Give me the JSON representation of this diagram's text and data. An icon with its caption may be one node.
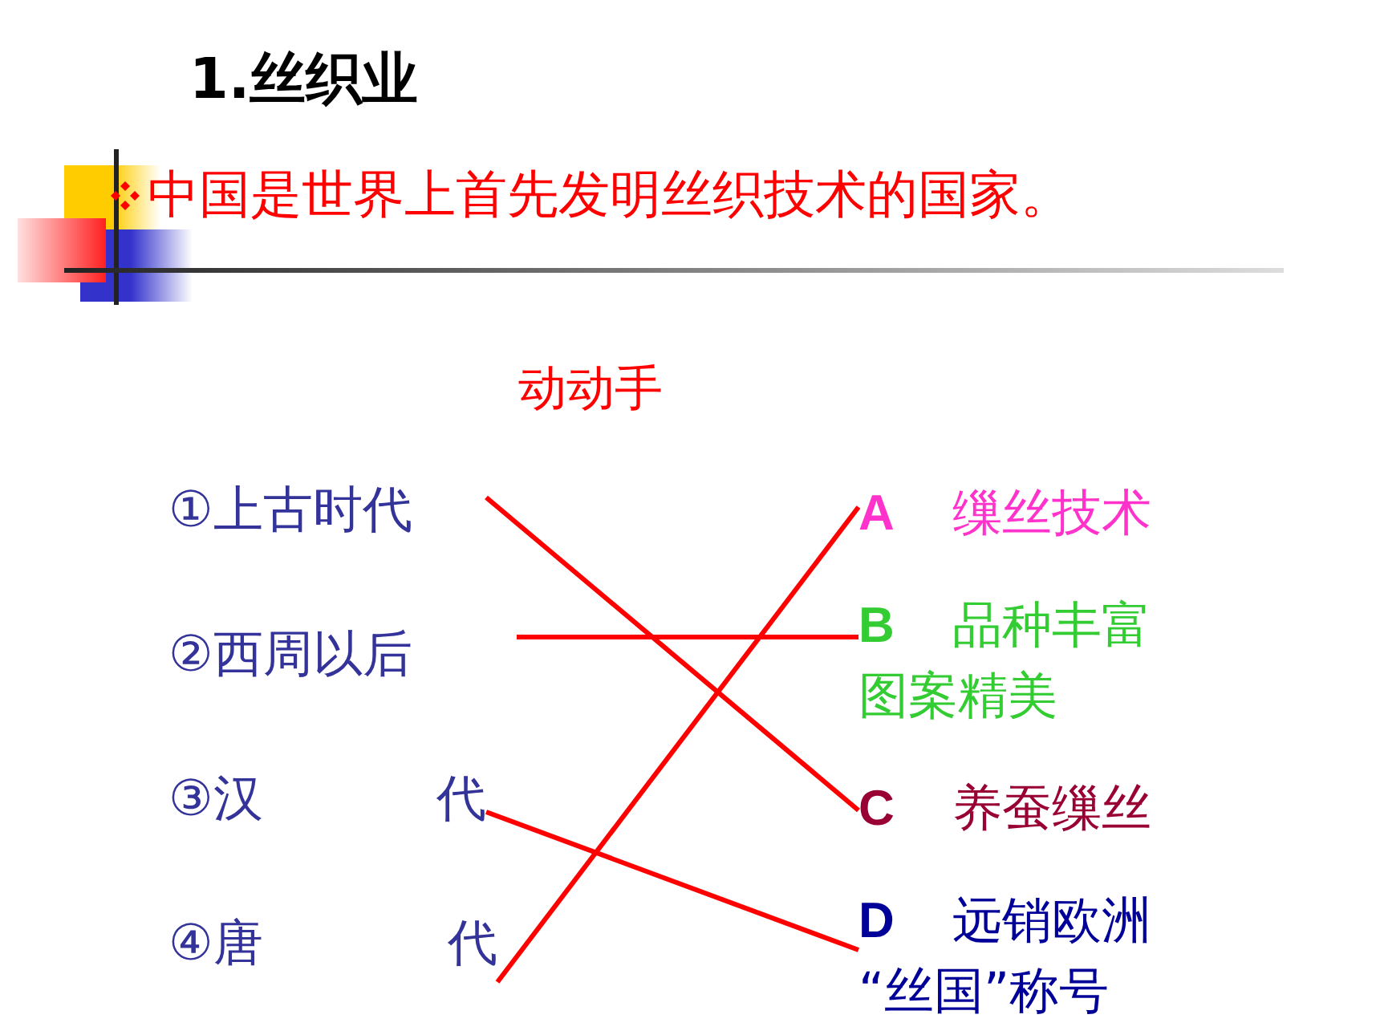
{
  "diagram": {
    "title": "1.丝织业",
    "nodes": [
      {
        "text": [
          "①上古时代"
        ]
      },
      {
        "text": [
          "②西周以后"
        ]
      },
      {
        "text": [
          "③汉",
          "代"
        ]
      },
      {
        "text": [
          "④唐",
          "代"
        ]
      },
      {
        "text": [
          "A",
          "缫丝技术"
        ]
      },
      {
        "text": [
          "B",
          "品种丰富图案精美"
        ]
      },
      {
        "text": [
          "C",
          "养蚕缫丝"
        ]
      },
      {
        "text": [
          "D",
          "远销欧洲“丝国”称号"
        ]
      }
    ],
    "edges": [
      {
        "from": 0,
        "to": 6,
        "arrow": "none"
      },
      {
        "from": 1,
        "to": 5,
        "arrow": "none"
      },
      {
        "from": 2,
        "to": 7,
        "arrow": "none"
      },
      {
        "from": 3,
        "to": 4,
        "arrow": "none"
      }
    ],
    "labels": [
      "中国是世界上首先发明丝织技术的国家。",
      "动动手"
    ]
  }
}
